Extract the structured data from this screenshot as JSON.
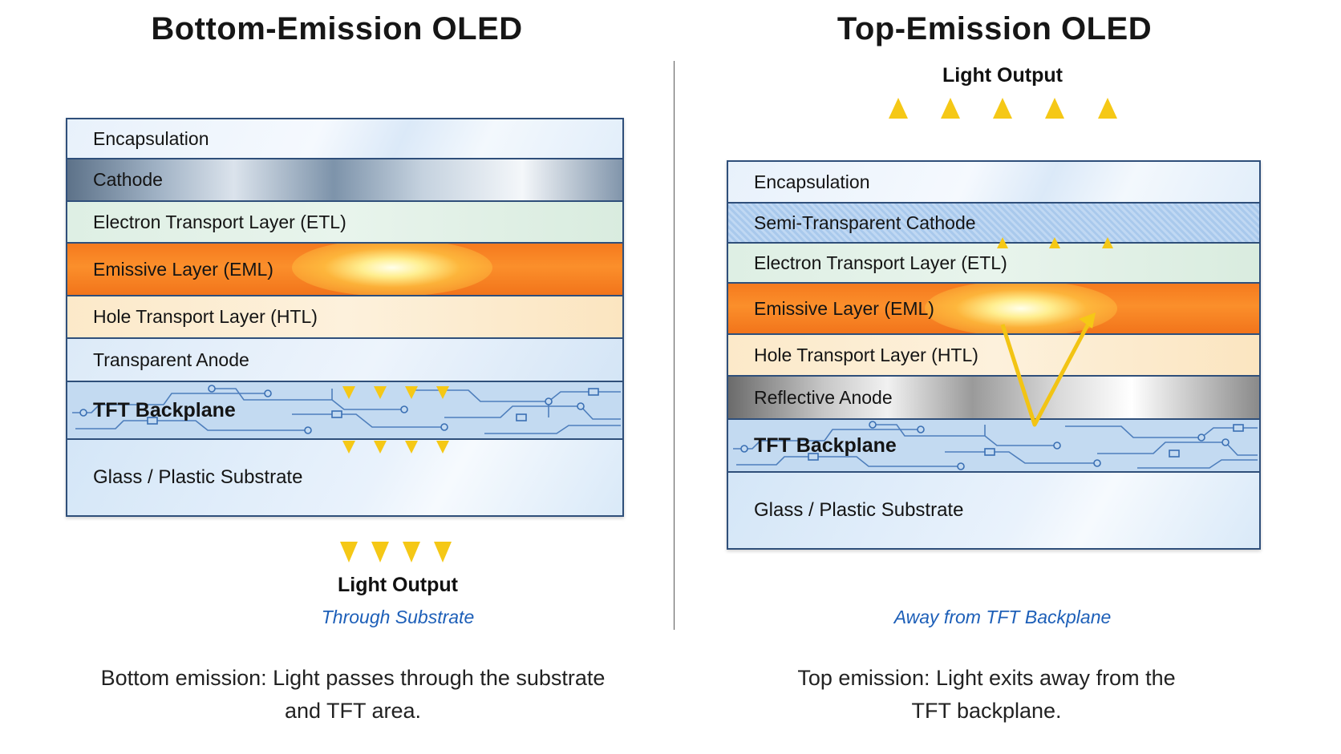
{
  "left": {
    "title": "Bottom-Emission OLED",
    "layers": {
      "encapsulation": "Encapsulation",
      "cathode": "Cathode",
      "etl": "Electron Transport Layer (ETL)",
      "eml": "Emissive Layer (EML)",
      "htl": "Hole Transport Layer (HTL)",
      "anode": "Transparent Anode",
      "tft": "TFT Backplane",
      "substrate": "Glass / Plastic Substrate"
    },
    "output_label": "Light Output",
    "output_sublabel": "Through Substrate",
    "caption_line1": "Bottom emission: Light passes through the substrate",
    "caption_line2": "and TFT area."
  },
  "right": {
    "title": "Top-Emission OLED",
    "output_label": "Light Output",
    "layers": {
      "encapsulation": "Encapsulation",
      "cathode": "Semi-Transparent Cathode",
      "etl": "Electron Transport Layer (ETL)",
      "eml": "Emissive Layer (EML)",
      "htl": "Hole Transport Layer (HTL)",
      "anode": "Reflective Anode",
      "tft": "TFT Backplane",
      "substrate": "Glass / Plastic Substrate"
    },
    "output_sublabel": "Away from TFT Backplane",
    "caption_line1": "Top emission: Light exits away from the",
    "caption_line2": "TFT backplane."
  },
  "colors": {
    "light_ray": "#f7cf1f",
    "emissive": "#f57a1e",
    "sublabel": "#1d5fb8",
    "circuit": "#3a6fb3"
  },
  "icons": {
    "light_arrow": "arrow-up / arrow-down",
    "emission_glow": "glow",
    "circuit_pattern": "circuit-traces"
  }
}
